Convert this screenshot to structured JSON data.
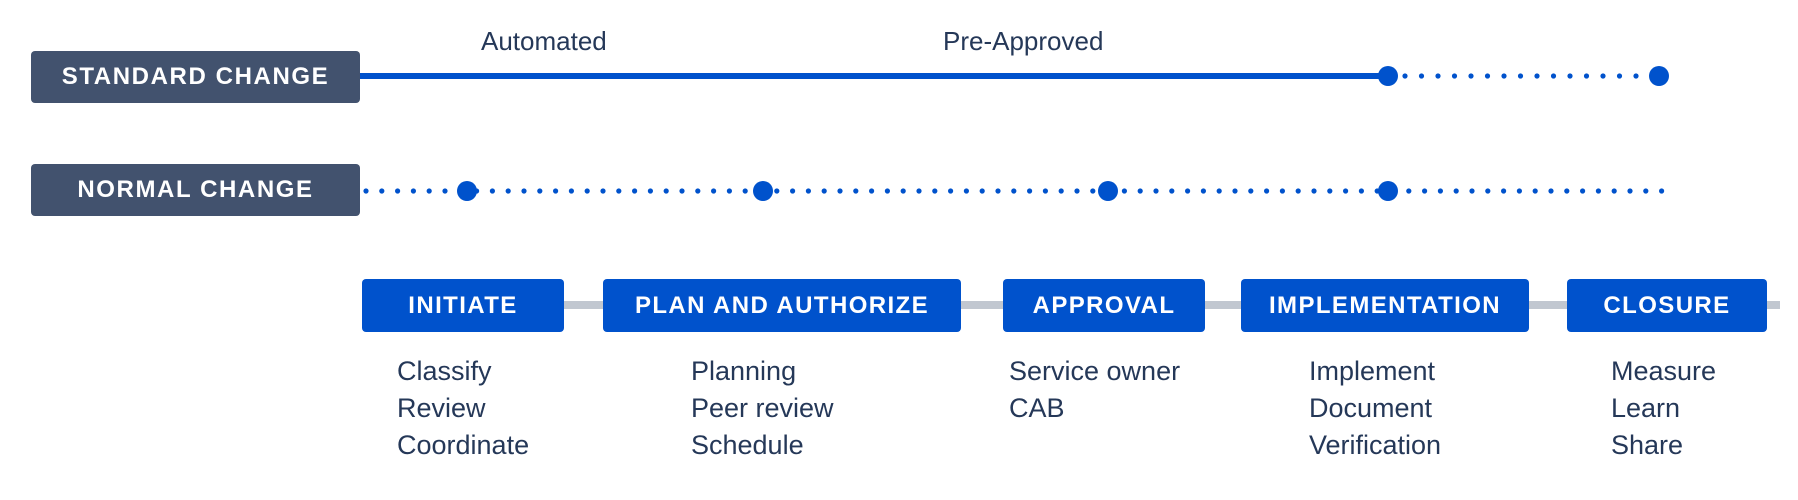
{
  "rows": {
    "standard": {
      "label": "STANDARD CHANGE",
      "captions": [
        "Automated",
        "Pre-Approved"
      ]
    },
    "normal": {
      "label": "NORMAL CHANGE"
    }
  },
  "phases": [
    {
      "label": "INITIATE",
      "tasks": [
        "Classify",
        "Review",
        "Coordinate"
      ]
    },
    {
      "label": "PLAN AND AUTHORIZE",
      "tasks": [
        "Planning",
        "Peer review",
        "Schedule"
      ]
    },
    {
      "label": "APPROVAL",
      "tasks": [
        "Service owner",
        "CAB"
      ]
    },
    {
      "label": "IMPLEMENTATION",
      "tasks": [
        "Implement",
        "Document",
        "Verification"
      ]
    },
    {
      "label": "CLOSURE",
      "tasks": [
        "Measure",
        "Learn",
        "Share"
      ]
    }
  ],
  "colors": {
    "label_bg": "#42526e",
    "phase_bg": "#0052cc",
    "line": "#0052cc",
    "connector": "#c1c7d0",
    "text": "#253858"
  }
}
